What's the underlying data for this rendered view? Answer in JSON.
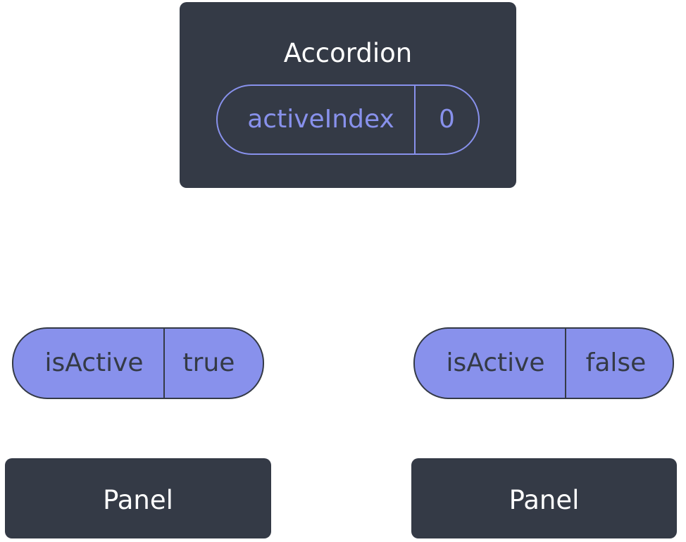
{
  "accordion": {
    "title": "Accordion",
    "state": {
      "key": "activeIndex",
      "value": "0"
    }
  },
  "panels": [
    {
      "title": "Panel",
      "prop": {
        "key": "isActive",
        "value": "true"
      }
    },
    {
      "title": "Panel",
      "prop": {
        "key": "isActive",
        "value": "false"
      }
    }
  ],
  "colors": {
    "node_bg": "#343a46",
    "accent": "#8891ec",
    "text_light": "#ffffff"
  }
}
